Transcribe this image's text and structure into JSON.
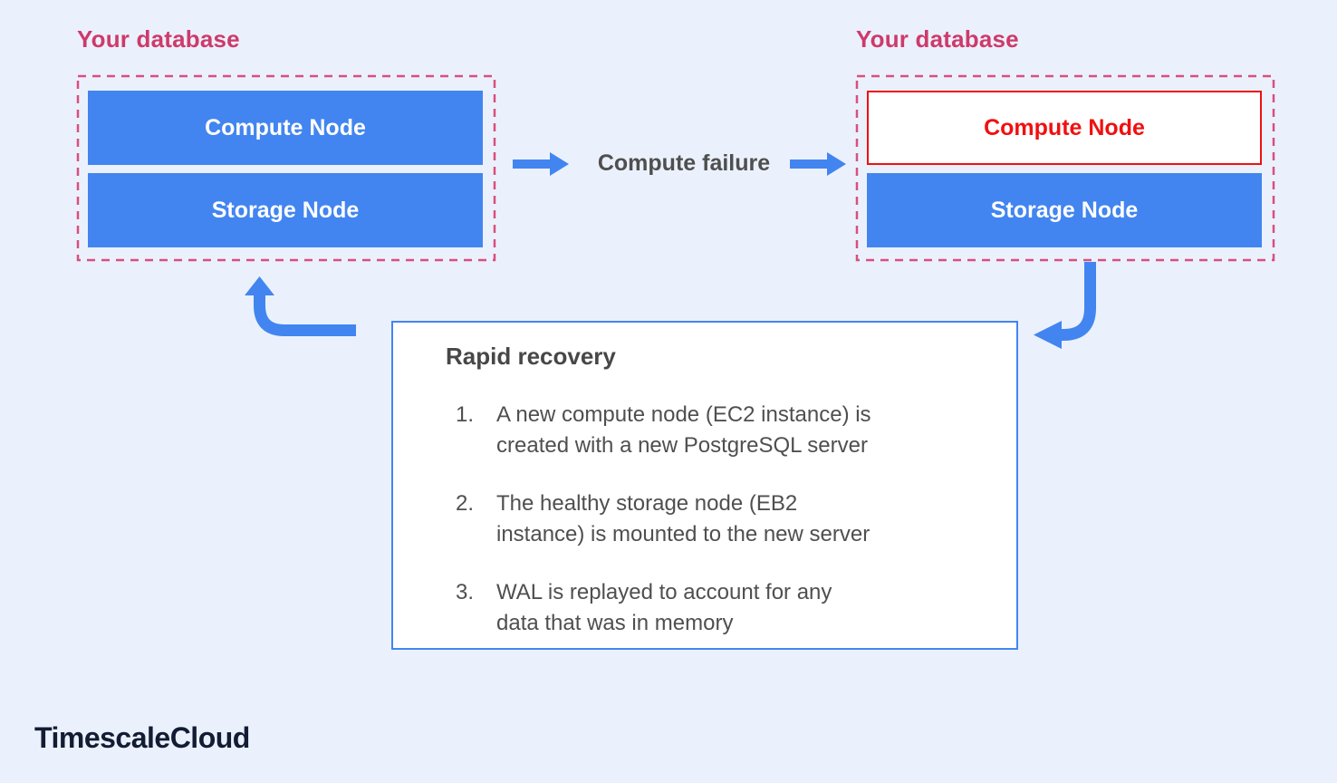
{
  "page": {
    "background": "#ebf1fc"
  },
  "colors": {
    "node_blue": "#4285f0",
    "arrow_blue": "#4285f0",
    "recovery_border_blue": "#4285f4",
    "pink_label": "#ce3a6b",
    "pink_dashed_border": "#d94f7e",
    "failed_red": "#ee1111",
    "text_gray": "#4f4f4f",
    "logo_navy": "#121c33"
  },
  "left_db": {
    "label": "Your database",
    "compute_label": "Compute Node",
    "storage_label": "Storage Node"
  },
  "right_db": {
    "label": "Your database",
    "compute_label": "Compute Node",
    "storage_label": "Storage Node"
  },
  "transition": {
    "label": "Compute failure"
  },
  "recovery": {
    "title": "Rapid recovery",
    "steps": [
      {
        "num": "1.",
        "text": "A new compute node (EC2 instance) is\ncreated with a new PostgreSQL server"
      },
      {
        "num": "2.",
        "text": "The healthy storage node (EB2\ninstance) is mounted to the new server"
      },
      {
        "num": "3.",
        "text": "WAL is replayed to account for any\ndata that was in memory"
      }
    ]
  },
  "footer": {
    "logo": "TimescaleCloud"
  }
}
